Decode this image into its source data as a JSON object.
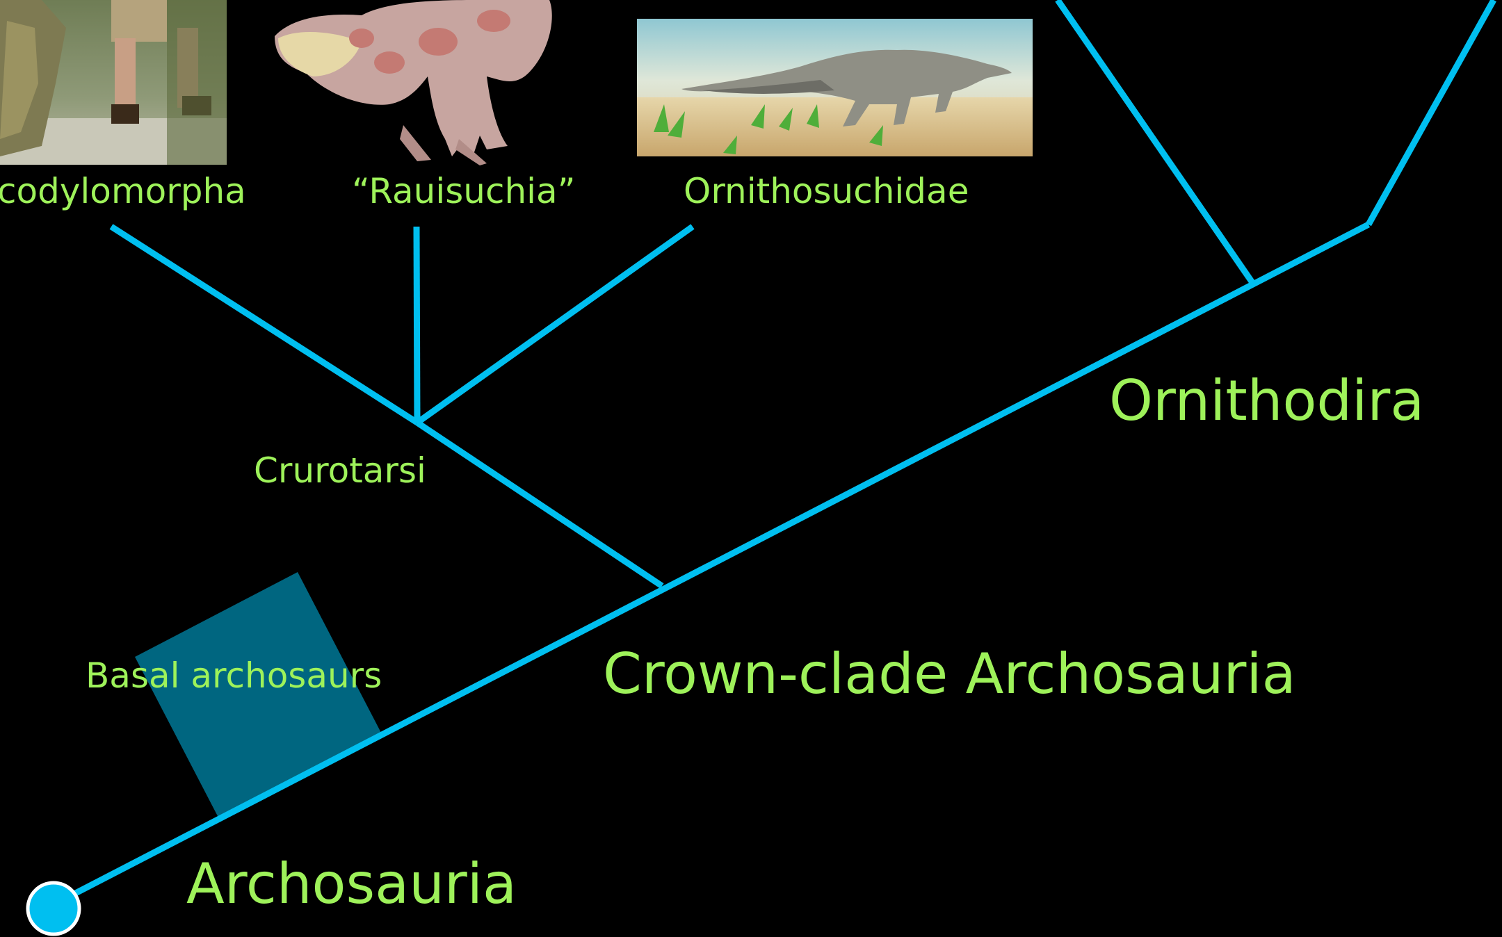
{
  "labels": {
    "crocodylomorpha": "codylomorpha",
    "rauisuchia": "“Rauisuchia”",
    "ornithosuchidae": "Ornithosuchidae",
    "crurotarsi": "Crurotarsi",
    "ornithodira": "Ornithodira",
    "crown_clade": "Crown-clade Archosauria",
    "basal": "Basal archosaurs",
    "archosauria": "Archosauria"
  },
  "colors": {
    "background": "#000000",
    "branch": "#00bff0",
    "label": "#9ef25a",
    "basal_box": "#006680",
    "root_node": "#00bff0",
    "root_node_outline": "#ffffff"
  },
  "icons": {
    "crocodile_photo": "crocodile-photo-with-handler",
    "rauisuchia_illustration": "rauisuchian-illustration",
    "ornithosuchid_illustration": "ornithosuchid-illustration"
  }
}
